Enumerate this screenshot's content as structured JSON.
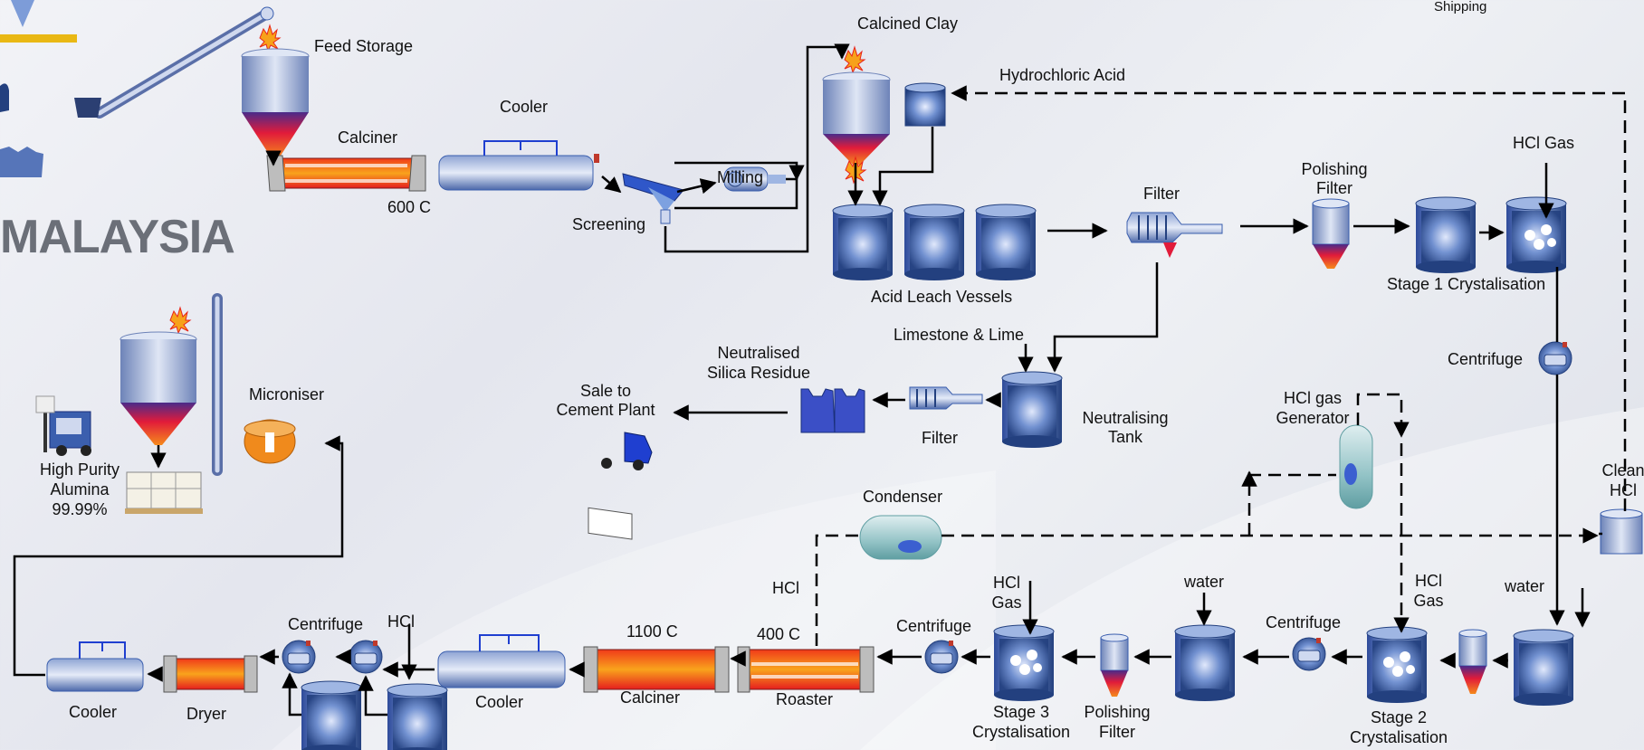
{
  "country": "MALAYSIA",
  "labels": {
    "shipping": "Shipping",
    "feed_storage": "Feed Storage",
    "cooler_top": "Cooler",
    "calciner_top": "Calciner",
    "temp_600": "600 C",
    "screening": "Screening",
    "milling": "Milling",
    "calcined_clay": "Calcined Clay",
    "hydrochloric_acid": "Hydrochloric Acid",
    "acid_leach_vessels": "Acid Leach Vessels",
    "filter_top": "Filter",
    "polishing_filter_top_1": "Polishing",
    "polishing_filter_top_2": "Filter",
    "hcl_gas_top": "HCl Gas",
    "stage1": "Stage 1 Crystalisation",
    "centrifuge_right": "Centrifuge",
    "limestone_lime": "Limestone & Lime",
    "neutralised_1": "Neutralised",
    "neutralised_2": "Silica Residue",
    "sale_1": "Sale to",
    "sale_2": "Cement Plant",
    "filter_mid": "Filter",
    "neutralising_1": "Neutralising",
    "neutralising_2": "Tank",
    "hcl_gen_1": "HCl gas",
    "hcl_gen_2": "Generator",
    "clean_1": "Clean",
    "clean_2": "HCl",
    "micronised": "Microniser",
    "hpa_1": "High Purity",
    "hpa_2": "Alumina",
    "hpa_3": "99.99%",
    "condenser": "Condenser",
    "hcl_mid": "HCl",
    "temp_1100": "1100 C",
    "temp_400": "400 C",
    "centrifuge_b1": "Centrifuge",
    "hcl_b1": "HCl",
    "centrifuge_b2": "Centrifuge",
    "hcl_gas_s3_1": "HCl",
    "hcl_gas_s3_2": "Gas",
    "water_1": "water",
    "centrifuge_b3": "Centrifuge",
    "hcl_gas_s2_1": "HCl",
    "hcl_gas_s2_2": "Gas",
    "water_2": "water",
    "cooler_b1": "Cooler",
    "dryer": "Dryer",
    "cooler_b2": "Cooler",
    "calciner_b": "Calciner",
    "roaster": "Roaster",
    "stage3_1": "Stage  3",
    "stage3_2": "Crystalisation",
    "polishing_b_1": "Polishing",
    "polishing_b_2": "Filter",
    "stage2_1": "Stage 2",
    "stage2_2": "Crystalisation"
  },
  "colors": {
    "vessel_blue": "#3b5fae",
    "vessel_light": "#b9c8e6",
    "flame_red": "#e8241b",
    "flame_orange": "#f7a21a",
    "line": "#000000"
  }
}
